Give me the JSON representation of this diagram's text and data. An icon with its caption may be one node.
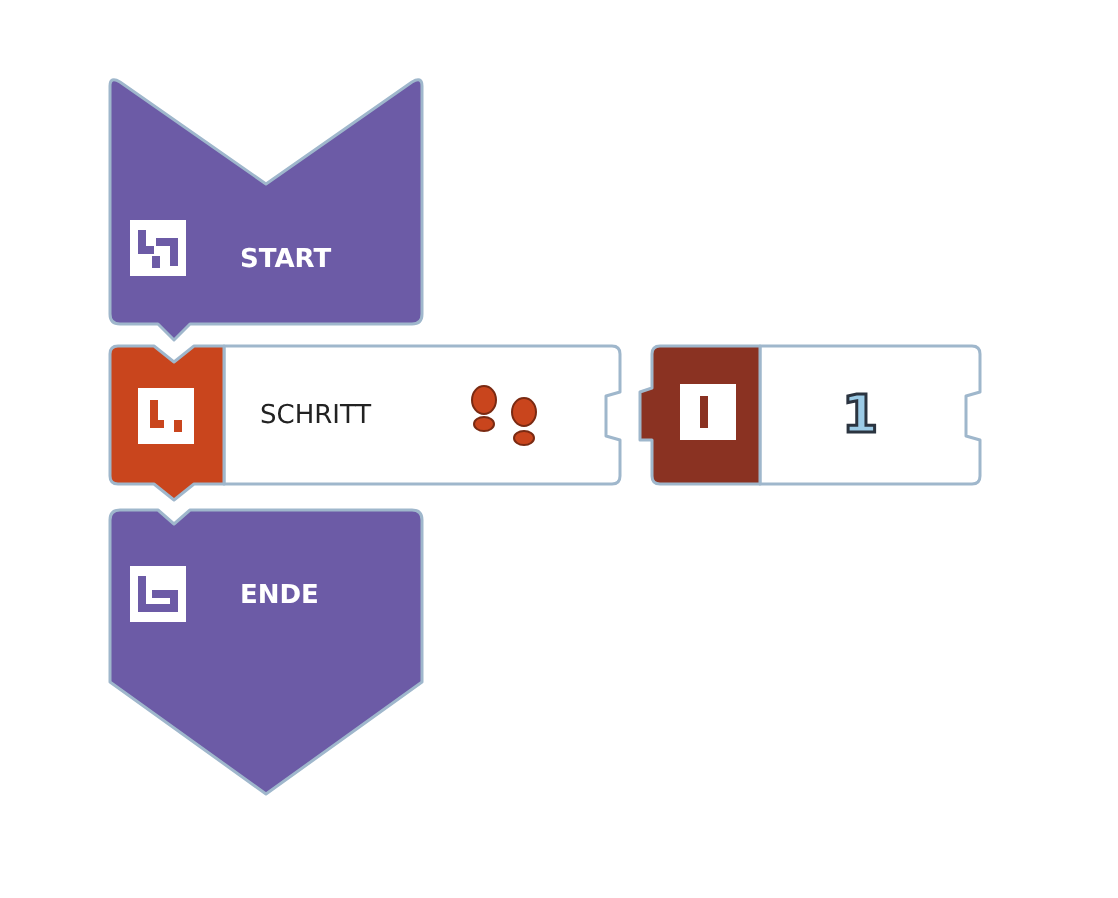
{
  "diagram": {
    "nodes": [
      {
        "text": [
          "START"
        ]
      },
      {
        "text": [
          "SCHRITT"
        ]
      },
      {
        "text": [
          "1"
        ]
      },
      {
        "text": [
          "ENDE"
        ]
      }
    ]
  }
}
